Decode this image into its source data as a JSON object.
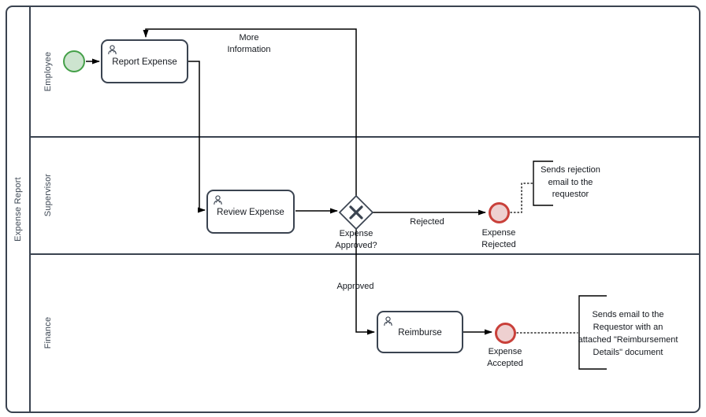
{
  "pool": {
    "label": "Expense Report"
  },
  "lanes": [
    {
      "label": "Employee"
    },
    {
      "label": "Supervisor"
    },
    {
      "label": "Finance"
    }
  ],
  "nodes": {
    "start_event": {
      "type": "start-event"
    },
    "task_report": {
      "label": "Report Expense",
      "icon": "user-icon"
    },
    "task_review": {
      "label": "Review Expense",
      "icon": "user-icon"
    },
    "task_reimburse": {
      "label": "Reimburse",
      "icon": "user-icon"
    },
    "gateway": {
      "label": "Expense\nApproved?",
      "type": "exclusive-gateway"
    },
    "end_rejected": {
      "label": "Expense\nRejected",
      "type": "end-event"
    },
    "end_accepted": {
      "label": "Expense\nAccepted",
      "type": "end-event"
    }
  },
  "flow_labels": {
    "more_information": "More\nInformation",
    "rejected": "Rejected",
    "approved": "Approved"
  },
  "annotations": [
    {
      "text": "Sends rejection\nemail to the\nrequestor"
    },
    {
      "text": "Sends email to the\nRequestor with an\nattached \"Reimbursement\nDetails\" document"
    }
  ],
  "colors": {
    "shape_border": "#3a4350",
    "sequence_flow": "#000000",
    "start_fill": "#cde4cf",
    "start_stroke": "#45a049",
    "end_fill": "#eed0d0",
    "end_stroke": "#c9403a"
  }
}
